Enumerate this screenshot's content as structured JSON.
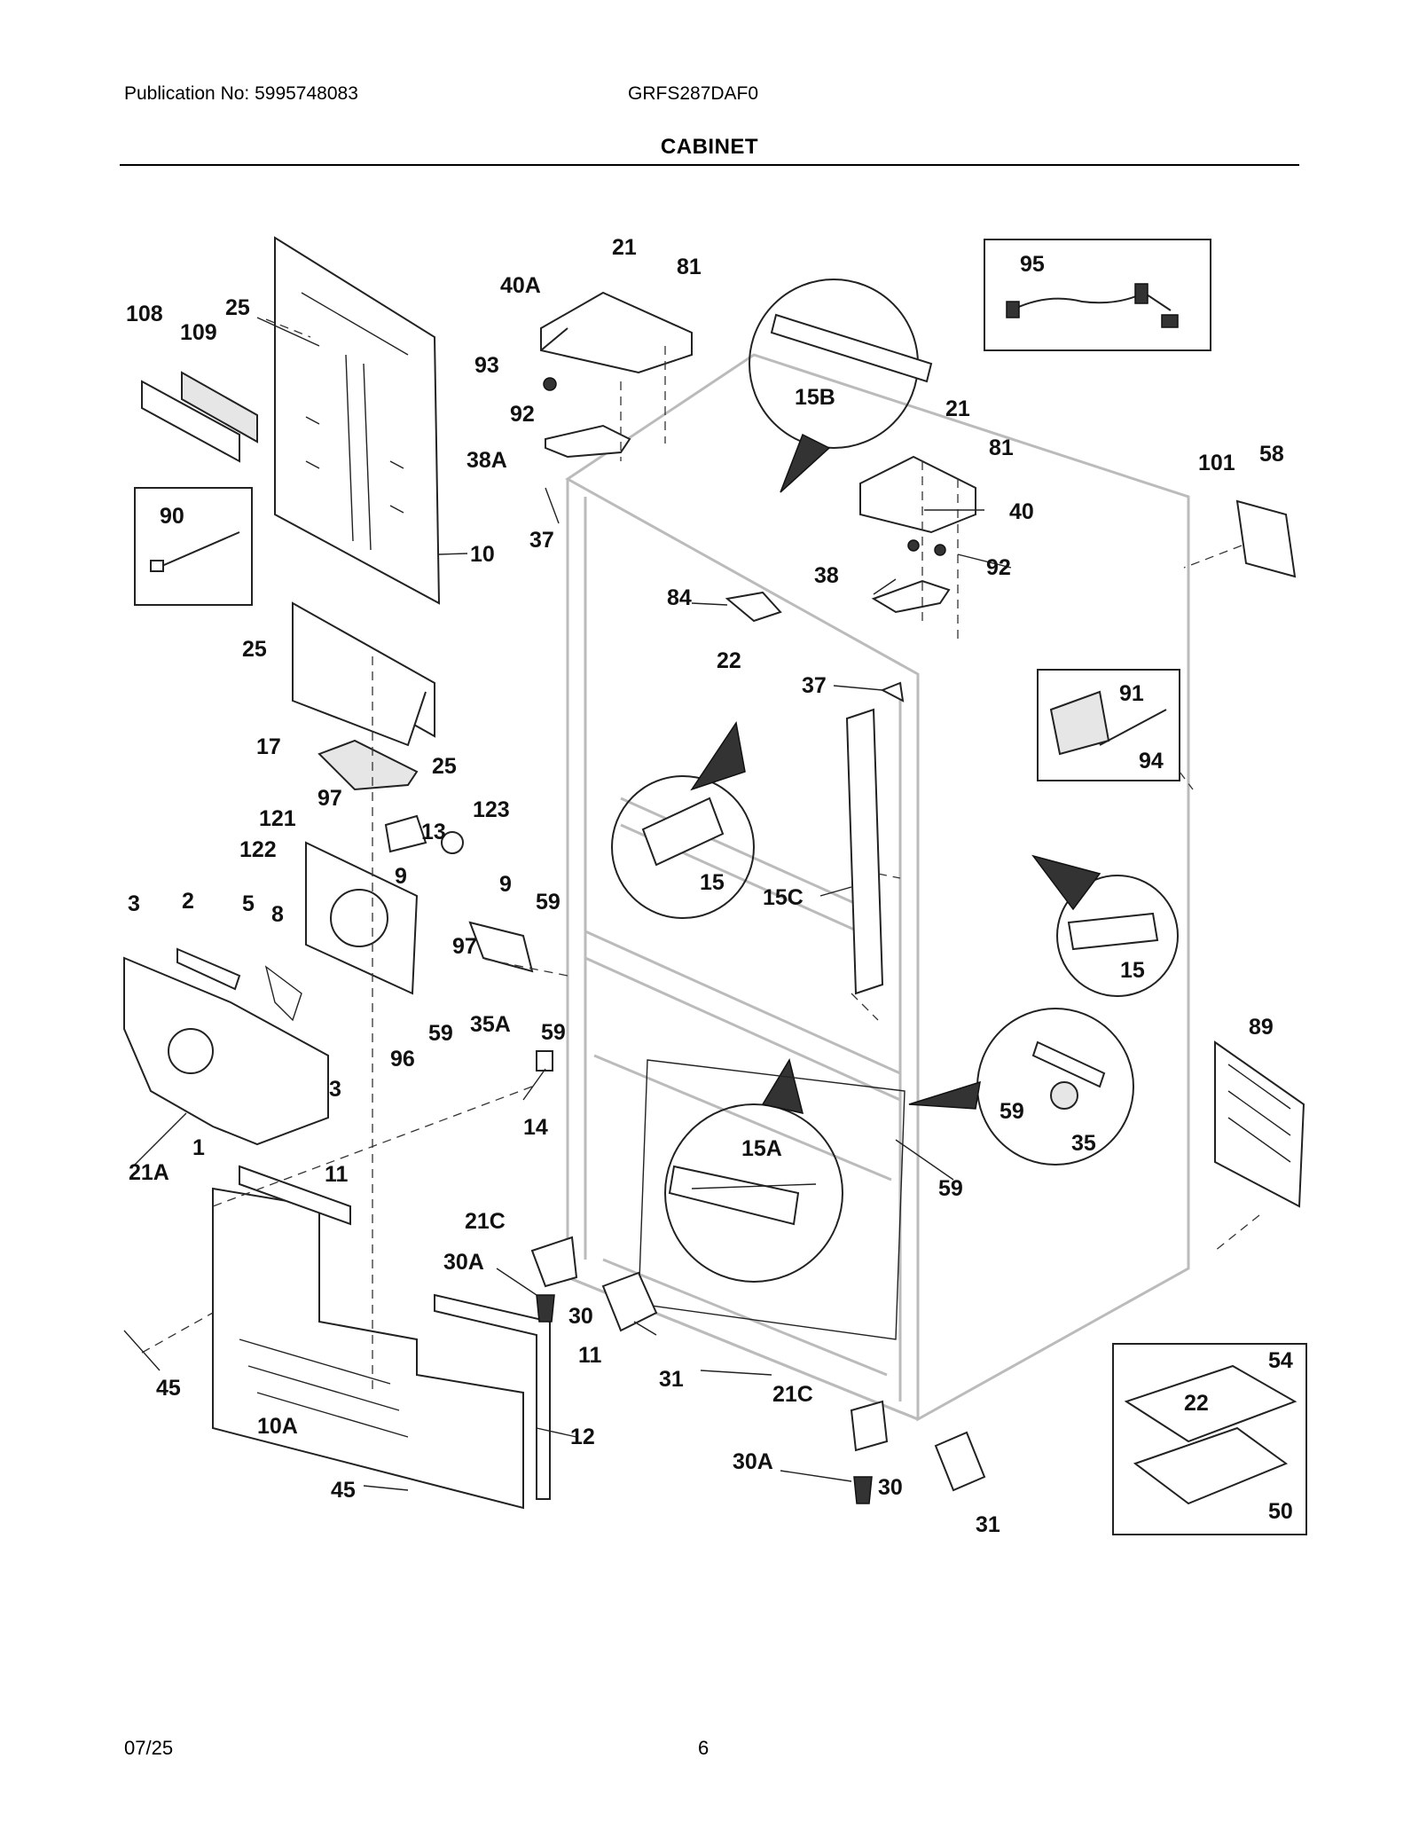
{
  "header": {
    "publication": "Publication No: 5995748083",
    "model": "GRFS287DAF0",
    "title": "CABINET"
  },
  "footer": {
    "date": "07/25",
    "page": "6"
  },
  "labels": {
    "l108": "108",
    "l109": "109",
    "l25a": "25",
    "l10": "10",
    "l90": "90",
    "l25b": "25",
    "l17": "17",
    "l25c": "25",
    "l21a": "21",
    "l81a": "81",
    "l40A": "40A",
    "l93": "93",
    "l92a": "92",
    "l38A": "38A",
    "l37a": "37",
    "l15B": "15B",
    "l95": "95",
    "l21b": "21",
    "l81b": "81",
    "l40": "40",
    "l92b": "92",
    "l38": "38",
    "l101": "101",
    "l58": "58",
    "l84": "84",
    "l22a": "22",
    "l37b": "37",
    "l91": "91",
    "l94": "94",
    "l15a": "15",
    "l15C": "15C",
    "l15b": "15",
    "l97a": "97",
    "l121": "121",
    "l13": "13",
    "l123": "123",
    "l122": "122",
    "l9a": "9",
    "l9b": "9",
    "l3a": "3",
    "l2": "2",
    "l5": "5",
    "l8": "8",
    "l59a": "59",
    "l97b": "97",
    "l59b": "59",
    "l35A": "35A",
    "l59c": "59",
    "l96": "96",
    "l3b": "3",
    "l1": "1",
    "l21A": "21A",
    "l14": "14",
    "l89": "89",
    "l59d": "59",
    "l35": "35",
    "l15A": "15A",
    "l59e": "59",
    "l11a": "11",
    "l21Ca": "21C",
    "l30Aa": "30A",
    "l30a": "30",
    "l31a": "31",
    "l11b": "11",
    "l45a": "45",
    "l10A": "10A",
    "l12": "12",
    "l45b": "45",
    "l21Cb": "21C",
    "l30Ab": "30A",
    "l30b": "30",
    "l31b": "31",
    "l54": "54",
    "l22b": "22",
    "l50": "50"
  }
}
